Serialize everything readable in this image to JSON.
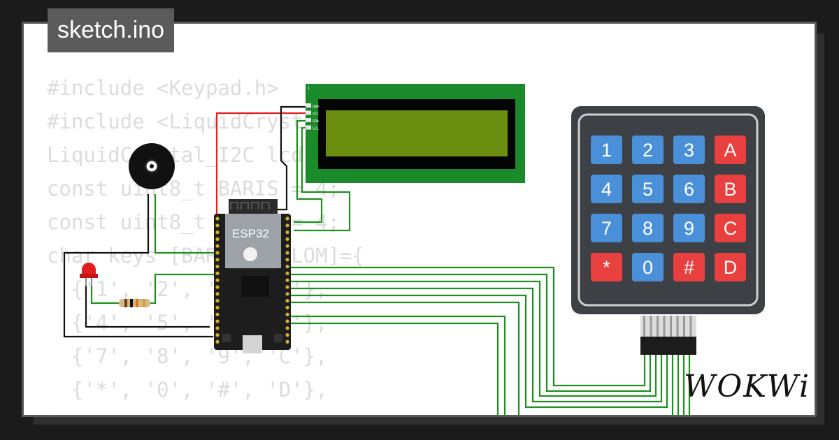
{
  "tab": {
    "title": "sketch.ino"
  },
  "code": {
    "lines": [
      "#include <Keypad.h>",
      "#include <LiquidCrystal_I2C.h>",
      "LiquidCrystal_I2C lcd(",
      "const uint8_t BARIS = 4;",
      "const uint8_t KOLOM = 4;",
      "char keys [BARIS][KOLOM]={",
      "  {'1', '2', '3', 'A'},",
      "  {'4', '5', '6', 'B'},",
      "  {'7', '8', '9', 'C'},",
      "  {'*', '0', '#', 'D'},",
      "};"
    ]
  },
  "esp32": {
    "label": "ESP32"
  },
  "lcd": {
    "pin_labels": [
      "1",
      "GND",
      "VCC",
      "SDA",
      "SCL"
    ]
  },
  "keypad": {
    "rows": [
      [
        "1",
        "2",
        "3",
        "A"
      ],
      [
        "4",
        "5",
        "6",
        "B"
      ],
      [
        "7",
        "8",
        "9",
        "C"
      ],
      [
        "*",
        "0",
        "#",
        "D"
      ]
    ],
    "colors": {
      "digit": "#4a90d9",
      "letter": "#e8403e",
      "body": "#3d4044"
    }
  },
  "brand": {
    "logo": "WOKWi"
  },
  "colors": {
    "wire_green": "#1f8f1f",
    "wire_red": "#e02020",
    "wire_black": "#111111",
    "lcd_board": "#1a8a2a",
    "lcd_screen": "#6b8d10"
  }
}
